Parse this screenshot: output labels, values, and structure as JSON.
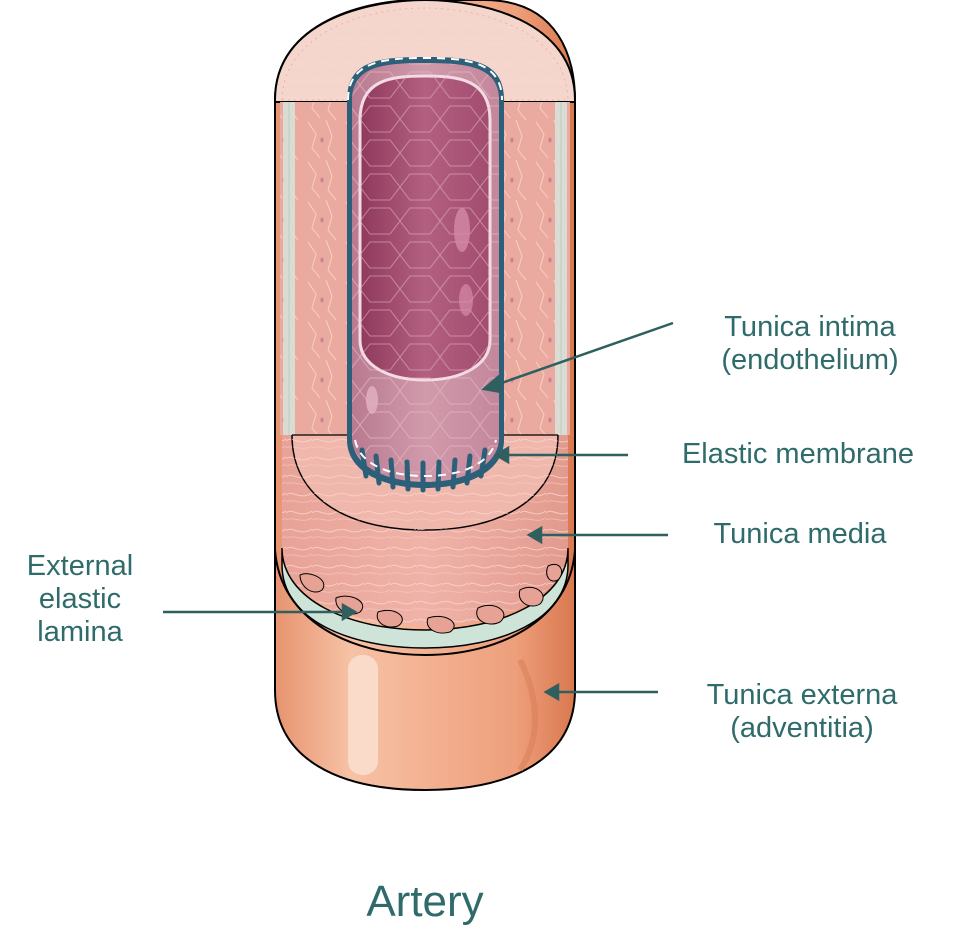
{
  "diagram": {
    "title": "Artery",
    "labels": {
      "tunica_intima": [
        "Tunica intima",
        "(endothelium)"
      ],
      "elastic_membrane": "Elastic membrane",
      "tunica_media": "Tunica media",
      "tunica_externa": [
        "Tunica externa",
        "(adventitia)"
      ],
      "external_elastic_lamina": [
        "External",
        "elastic",
        "lamina"
      ]
    },
    "colors": {
      "label_text": "#2f6b6b",
      "leader_line": "#2f5f5f",
      "tunica_externa": "#f0a888",
      "tunica_media": "#f2b8ad",
      "lumen": "#b0587a",
      "intima": "#c98a9e",
      "elastic": "#2c5f78",
      "external_lamina": "#cde3d6",
      "outline": "#000000"
    }
  }
}
